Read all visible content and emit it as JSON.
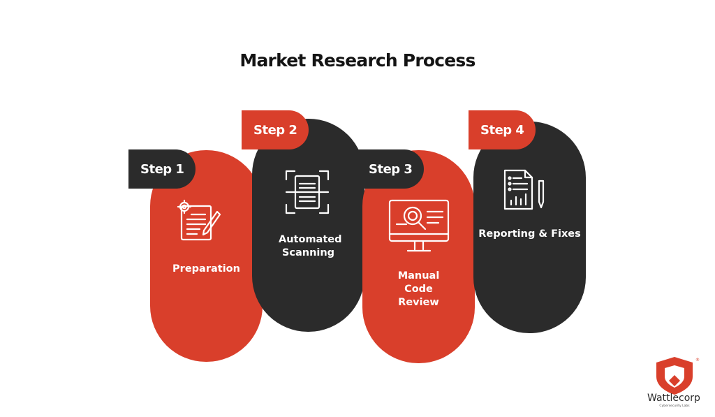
{
  "title": "Market Research Process",
  "steps": [
    {
      "tab": "Step 1",
      "label": "Preparation",
      "card_color": "#d93f2b",
      "tab_color": "#2b2b2b",
      "icon": "document-gear-pen-icon"
    },
    {
      "tab": "Step 2",
      "label": "Automated Scanning",
      "card_color": "#2b2b2b",
      "tab_color": "#d93f2b",
      "icon": "scan-frame-icon"
    },
    {
      "tab": "Step 3",
      "label": "Manual Code Review",
      "card_color": "#d93f2b",
      "tab_color": "#2b2b2b",
      "icon": "monitor-magnifier-icon"
    },
    {
      "tab": "Step 4",
      "label": "Reporting & Fixes",
      "card_color": "#2b2b2b",
      "tab_color": "#d93f2b",
      "icon": "report-chart-pencil-icon"
    }
  ],
  "logo": {
    "name": "Wattlecorp",
    "tagline": "Cybersecurity Labs",
    "color": "#d93f2b"
  }
}
